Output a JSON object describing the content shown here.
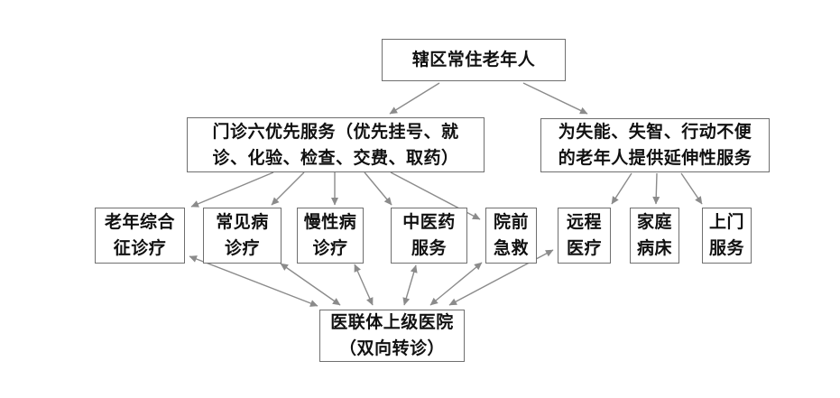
{
  "colors": {
    "box_border": "#6f6f6f",
    "arrow": "#8b8b8b",
    "text": "#111111",
    "background": "#ffffff"
  },
  "nodes": {
    "resident_elderly": {
      "label": "辖区常住老年人"
    },
    "outpatient_priority": {
      "label": "门诊六优先服务（优先挂号、就\n诊、化验、检查、交费、取药）"
    },
    "extended_services": {
      "label": "为失能、失智、行动不便\n的老年人提供延伸性服务"
    },
    "geriatric_syndrome": {
      "label": "老年综合\n征诊疗"
    },
    "common_disease": {
      "label": "常见病\n诊疗"
    },
    "chronic_disease": {
      "label": "慢性病\n诊疗"
    },
    "tcm_services": {
      "label": "中医药\n服务"
    },
    "prehospital_emergency": {
      "label": "院前\n急救"
    },
    "telemedicine": {
      "label": "远程\n医疗"
    },
    "family_sickbed": {
      "label": "家庭\n病床"
    },
    "home_visit": {
      "label": "上门\n服务"
    },
    "consortium_hospital": {
      "label": "医联体上级医院\n（双向转诊）"
    }
  },
  "diagram": {
    "edges": [
      {
        "id": "e1",
        "from": "resident_elderly",
        "to": "outpatient_priority",
        "bidirectional": false
      },
      {
        "id": "e2",
        "from": "resident_elderly",
        "to": "extended_services",
        "bidirectional": false
      },
      {
        "id": "f1",
        "from": "outpatient_priority",
        "to": "geriatric_syndrome",
        "bidirectional": false
      },
      {
        "id": "f2",
        "from": "outpatient_priority",
        "to": "common_disease",
        "bidirectional": false
      },
      {
        "id": "f3",
        "from": "outpatient_priority",
        "to": "chronic_disease",
        "bidirectional": false
      },
      {
        "id": "f4",
        "from": "outpatient_priority",
        "to": "tcm_services",
        "bidirectional": false
      },
      {
        "id": "f5",
        "from": "outpatient_priority",
        "to": "prehospital_emergency",
        "bidirectional": false
      },
      {
        "id": "g1",
        "from": "extended_services",
        "to": "telemedicine",
        "bidirectional": false
      },
      {
        "id": "g2",
        "from": "extended_services",
        "to": "family_sickbed",
        "bidirectional": false
      },
      {
        "id": "g3",
        "from": "extended_services",
        "to": "home_visit",
        "bidirectional": false
      },
      {
        "id": "d1",
        "from": "geriatric_syndrome",
        "to": "consortium_hospital",
        "bidirectional": true
      },
      {
        "id": "d2",
        "from": "common_disease",
        "to": "consortium_hospital",
        "bidirectional": true
      },
      {
        "id": "d3",
        "from": "chronic_disease",
        "to": "consortium_hospital",
        "bidirectional": true
      },
      {
        "id": "d4",
        "from": "tcm_services",
        "to": "consortium_hospital",
        "bidirectional": true
      },
      {
        "id": "d5",
        "from": "prehospital_emergency",
        "to": "consortium_hospital",
        "bidirectional": true
      },
      {
        "id": "d6",
        "from": "telemedicine",
        "to": "consortium_hospital",
        "bidirectional": true
      }
    ]
  }
}
